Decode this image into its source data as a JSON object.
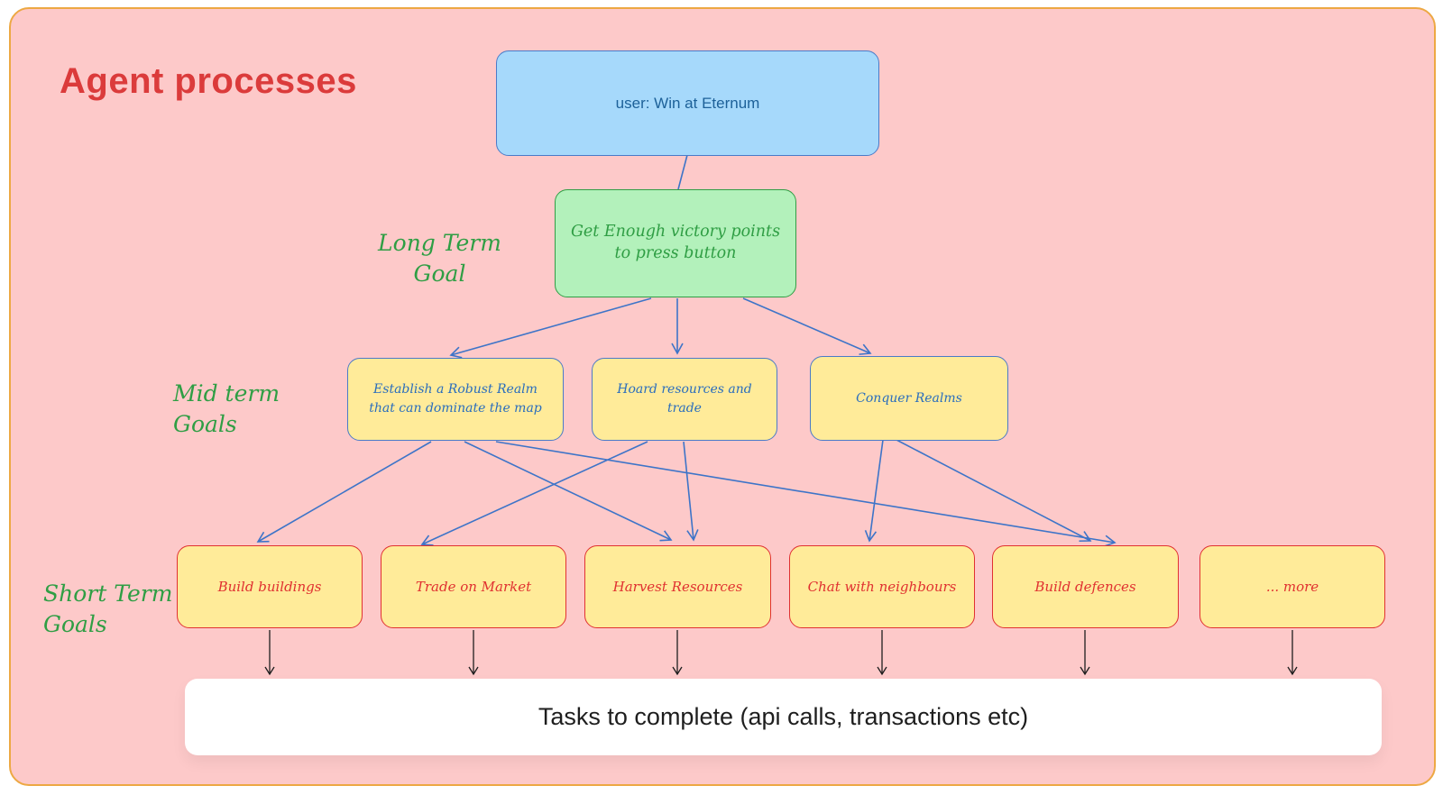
{
  "title": "Agent processes",
  "root_goal": {
    "label": "user: Win at Eternum"
  },
  "long_term": {
    "section_label": "Long Term Goal",
    "goal": "Get Enough victory points to press button"
  },
  "mid_term": {
    "section_label": "Mid term Goals",
    "goals": [
      "Establish a Robust Realm that can dominate the map",
      "Hoard resources and trade",
      "Conquer Realms"
    ]
  },
  "short_term": {
    "section_label": "Short Term Goals",
    "goals": [
      "Build buildings",
      "Trade on Market",
      "Harvest Resources",
      "Chat with neighbours",
      "Build defences",
      "... more"
    ]
  },
  "tasks_bar": {
    "label": "Tasks to complete (api calls, transactions etc)"
  },
  "colors": {
    "canvas_bg": "#fdc9c9",
    "frame_border": "#eda843",
    "title_red": "#db3b3b",
    "user_node_fill": "#a6d9fb",
    "user_node_border": "#4a7bc8",
    "user_node_text": "#1d6199",
    "goal_node_fill": "#b3f1bb",
    "green": "#2f9e44",
    "yellow_fill": "#ffeb99",
    "mid_text_blue": "#2a6dbd",
    "red": "#e03131",
    "arrow_blue": "#3d74c8",
    "arrow_black": "#1e1e1e",
    "tasks_bar_bg": "#ffffff"
  }
}
